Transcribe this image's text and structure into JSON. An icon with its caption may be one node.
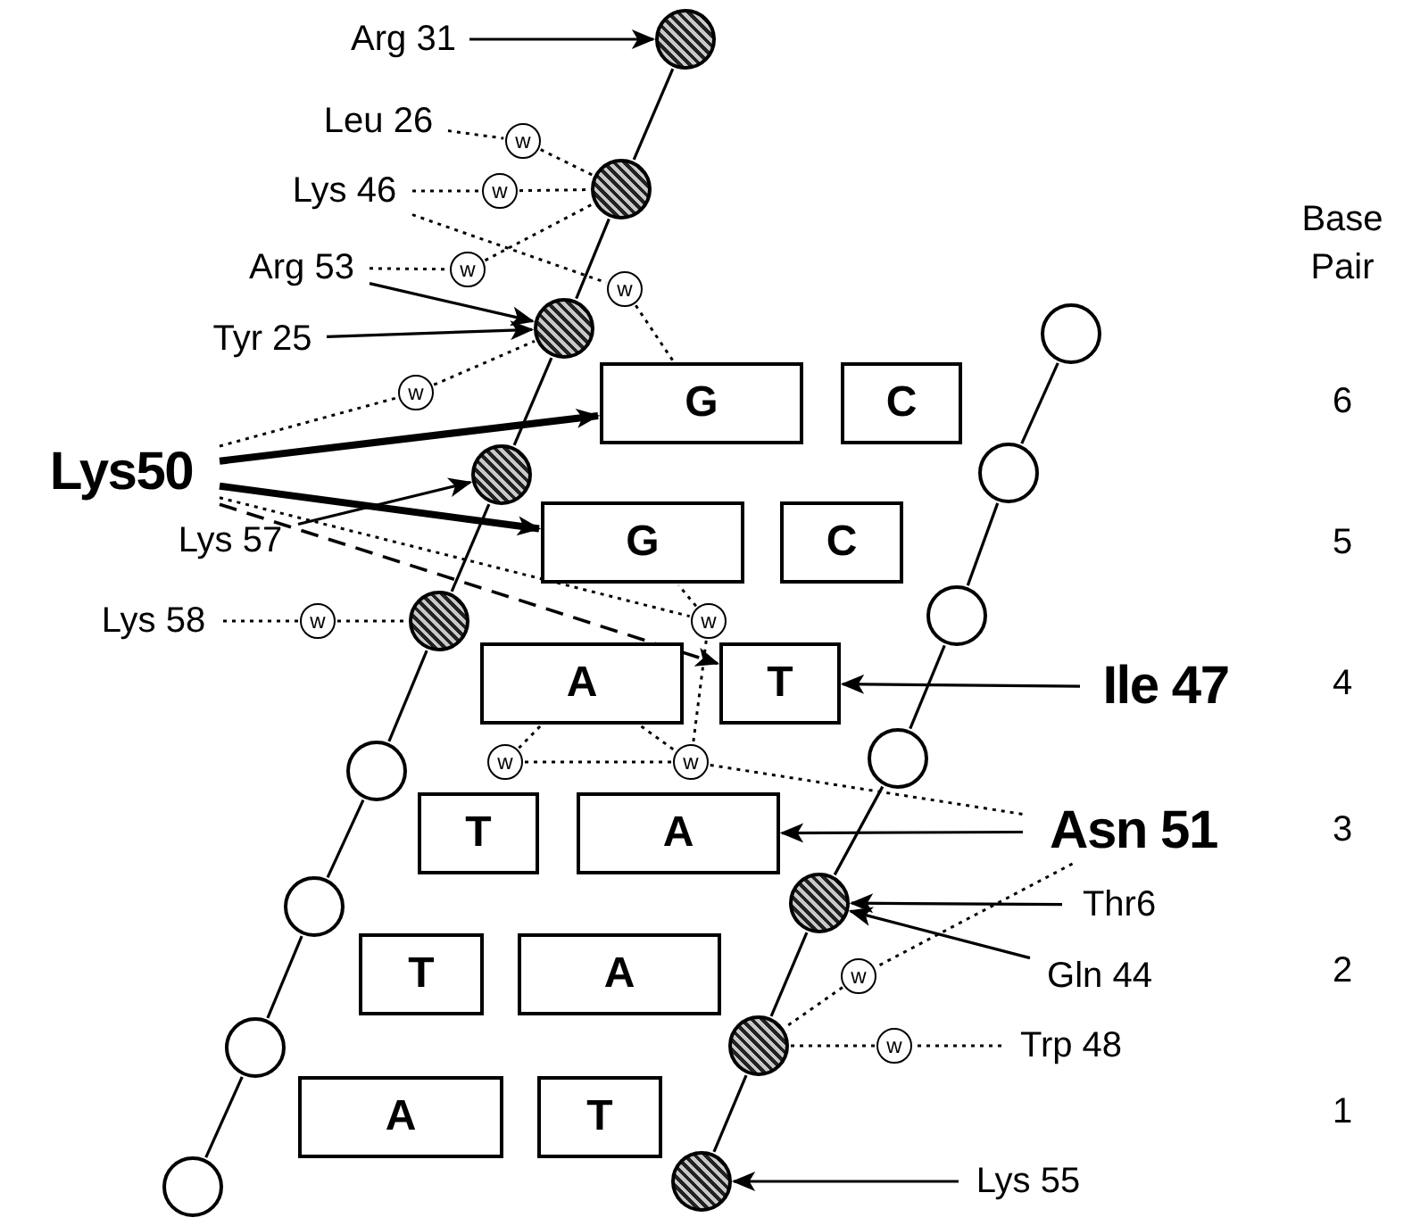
{
  "diagram": {
    "nodes": [
      {
        "text": [
          "Arg 31"
        ]
      },
      {
        "text": [
          "Leu 26"
        ]
      },
      {
        "text": [
          "Lys 46"
        ]
      },
      {
        "text": [
          "Arg 53"
        ]
      },
      {
        "text": [
          "Tyr 25"
        ]
      },
      {
        "text": [
          "Lys50"
        ]
      },
      {
        "text": [
          "Lys 57"
        ]
      },
      {
        "text": [
          "Lys 58"
        ]
      },
      {
        "text": [
          "Ile 47"
        ]
      },
      {
        "text": [
          "Asn 51"
        ]
      },
      {
        "text": [
          "Thr6"
        ]
      },
      {
        "text": [
          "Gln 44"
        ]
      },
      {
        "text": [
          "Trp 48"
        ]
      },
      {
        "text": [
          "Lys 55"
        ]
      },
      {
        "text": [],
        "shape": "circle"
      },
      {
        "text": [],
        "shape": "circle"
      },
      {
        "text": [],
        "shape": "circle"
      },
      {
        "text": [],
        "shape": "circle"
      },
      {
        "text": [],
        "shape": "circle"
      },
      {
        "text": [],
        "shape": "circle"
      },
      {
        "text": [],
        "shape": "circle"
      },
      {
        "text": [],
        "shape": "circle"
      },
      {
        "text": [],
        "shape": "circle"
      },
      {
        "text": [],
        "shape": "circle"
      },
      {
        "text": [],
        "shape": "circle"
      },
      {
        "text": [],
        "shape": "circle"
      },
      {
        "text": [],
        "shape": "circle"
      },
      {
        "text": [],
        "shape": "circle"
      },
      {
        "text": [],
        "shape": "circle"
      },
      {
        "text": [],
        "shape": "circle"
      },
      {
        "text": [
          "w"
        ]
      },
      {
        "text": [
          "w"
        ]
      },
      {
        "text": [
          "w"
        ]
      },
      {
        "text": [
          "w"
        ]
      },
      {
        "text": [
          "w"
        ]
      },
      {
        "text": [
          "w"
        ]
      },
      {
        "text": [
          "w"
        ]
      },
      {
        "text": [
          "w"
        ]
      },
      {
        "text": [
          "w"
        ]
      },
      {
        "text": [
          "w"
        ]
      },
      {
        "text": [
          "w"
        ]
      },
      {
        "text": [
          "G"
        ]
      },
      {
        "text": [
          "C"
        ]
      },
      {
        "text": [
          "G"
        ]
      },
      {
        "text": [
          "C"
        ]
      },
      {
        "text": [
          "A"
        ]
      },
      {
        "text": [
          "T"
        ]
      },
      {
        "text": [
          "T"
        ]
      },
      {
        "text": [
          "A"
        ]
      },
      {
        "text": [
          "T"
        ]
      },
      {
        "text": [
          "A"
        ]
      },
      {
        "text": [
          "A"
        ]
      },
      {
        "text": [
          "T"
        ]
      }
    ],
    "edges": [
      {
        "from": 0,
        "to": 14,
        "arrow": "to"
      },
      {
        "from": 3,
        "to": 16,
        "arrow": "to"
      },
      {
        "from": 4,
        "to": 16,
        "arrow": "to"
      },
      {
        "from": 5,
        "to": 41,
        "arrow": "to",
        "style": "thick"
      },
      {
        "from": 5,
        "to": 43,
        "arrow": "to",
        "style": "thick"
      },
      {
        "from": 5,
        "to": 46,
        "arrow": "to",
        "style": "dashed"
      },
      {
        "from": 6,
        "to": 17,
        "arrow": "to"
      },
      {
        "from": 8,
        "to": 46,
        "arrow": "to"
      },
      {
        "from": 9,
        "to": 48,
        "arrow": "to"
      },
      {
        "from": 10,
        "to": 27,
        "arrow": "to"
      },
      {
        "from": 11,
        "to": 27,
        "arrow": "to"
      },
      {
        "from": 13,
        "to": 29,
        "arrow": "to"
      },
      {
        "from": 1,
        "to": 30,
        "arrow": "none",
        "style": "dashed"
      },
      {
        "from": 30,
        "to": 15,
        "arrow": "none",
        "style": "dashed"
      },
      {
        "from": 2,
        "to": 31,
        "arrow": "none",
        "style": "dashed"
      },
      {
        "from": 31,
        "to": 15,
        "arrow": "none",
        "style": "dashed"
      },
      {
        "from": 2,
        "to": 33,
        "arrow": "none",
        "style": "dashed"
      },
      {
        "from": 33,
        "to": 41,
        "arrow": "none",
        "style": "dashed"
      },
      {
        "from": 3,
        "to": 32,
        "arrow": "none",
        "style": "dashed"
      },
      {
        "from": 32,
        "to": 15,
        "arrow": "none",
        "style": "dashed"
      },
      {
        "from": 5,
        "to": 34,
        "arrow": "none",
        "style": "dashed"
      },
      {
        "from": 34,
        "to": 16,
        "arrow": "none",
        "style": "dashed"
      },
      {
        "from": 5,
        "to": 36,
        "arrow": "none",
        "style": "dashed"
      },
      {
        "from": 36,
        "to": 43,
        "arrow": "none",
        "style": "dashed"
      },
      {
        "from": 7,
        "to": 35,
        "arrow": "none",
        "style": "dashed"
      },
      {
        "from": 35,
        "to": 18,
        "arrow": "none",
        "style": "dashed"
      },
      {
        "from": 45,
        "to": 37,
        "arrow": "none",
        "style": "dashed"
      },
      {
        "from": 37,
        "to": 38,
        "arrow": "none",
        "style": "dashed"
      },
      {
        "from": 45,
        "to": 38,
        "arrow": "none",
        "style": "dashed"
      },
      {
        "from": 36,
        "to": 38,
        "arrow": "none",
        "style": "dashed"
      },
      {
        "from": 38,
        "to": 9,
        "arrow": "none",
        "style": "dashed"
      },
      {
        "from": 9,
        "to": 39,
        "arrow": "none",
        "style": "dashed"
      },
      {
        "from": 39,
        "to": 28,
        "arrow": "none",
        "style": "dashed"
      },
      {
        "from": 12,
        "to": 40,
        "arrow": "none",
        "style": "dashed"
      },
      {
        "from": 40,
        "to": 28,
        "arrow": "none",
        "style": "dashed"
      },
      {
        "from": 14,
        "to": 15,
        "arrow": "none"
      },
      {
        "from": 15,
        "to": 16,
        "arrow": "none"
      },
      {
        "from": 16,
        "to": 17,
        "arrow": "none"
      },
      {
        "from": 17,
        "to": 18,
        "arrow": "none"
      },
      {
        "from": 18,
        "to": 19,
        "arrow": "none"
      },
      {
        "from": 19,
        "to": 20,
        "arrow": "none"
      },
      {
        "from": 20,
        "to": 21,
        "arrow": "none"
      },
      {
        "from": 21,
        "to": 22,
        "arrow": "none"
      },
      {
        "from": 23,
        "to": 24,
        "arrow": "none"
      },
      {
        "from": 24,
        "to": 25,
        "arrow": "none"
      },
      {
        "from": 25,
        "to": 26,
        "arrow": "none"
      },
      {
        "from": 26,
        "to": 27,
        "arrow": "none"
      },
      {
        "from": 27,
        "to": 28,
        "arrow": "none"
      },
      {
        "from": 28,
        "to": 29,
        "arrow": "none"
      }
    ],
    "labels": [
      "Base Pair",
      "6",
      "5",
      "4",
      "3",
      "2",
      "1"
    ]
  }
}
